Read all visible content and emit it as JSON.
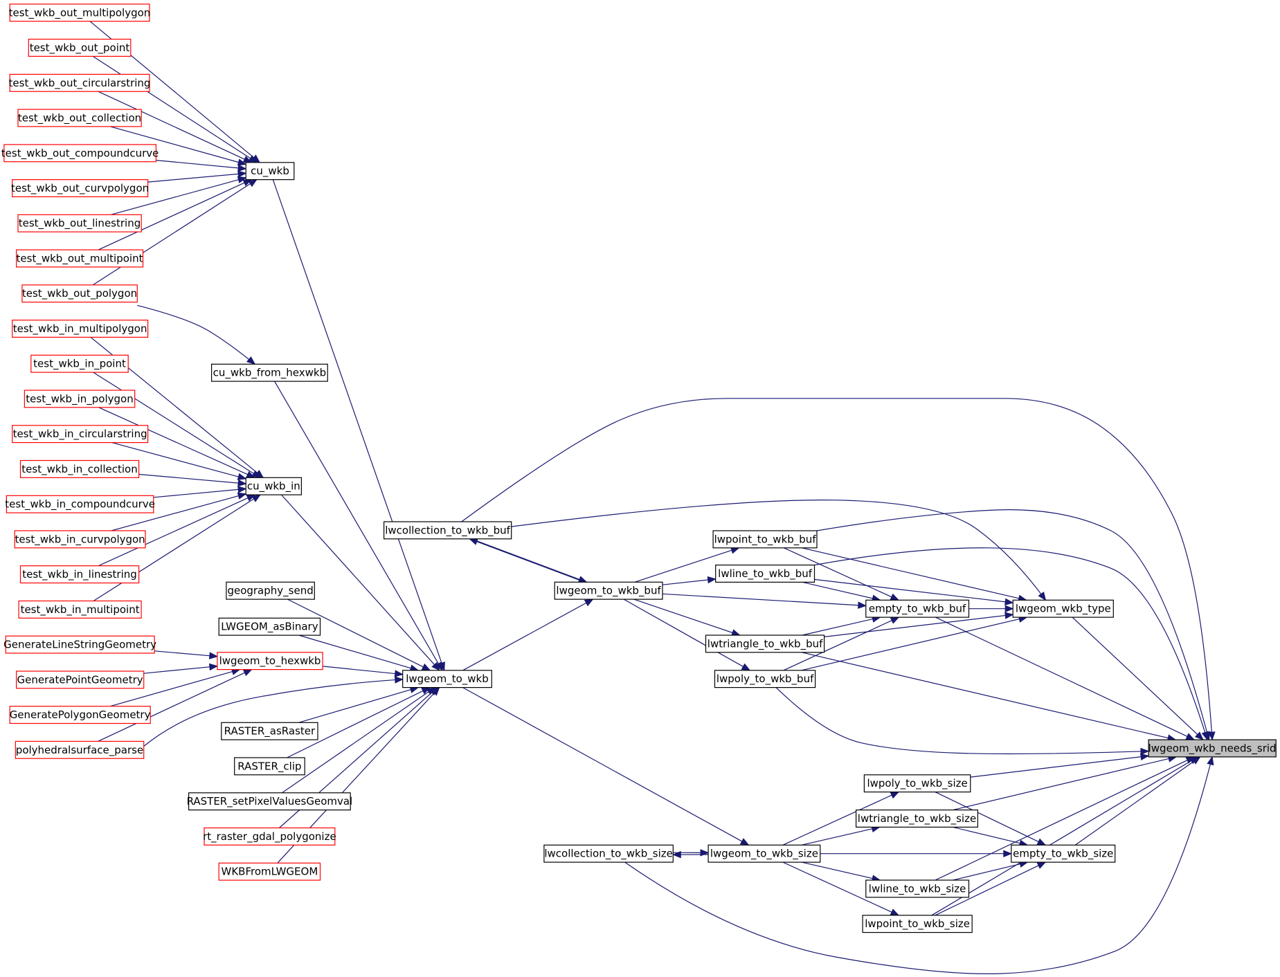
{
  "colors": {
    "edge": "#191970",
    "normal_border": "#000000",
    "truncated_border": "#ff0000",
    "focus_fill": "#bfbfbf",
    "node_fill": "#ffffff"
  },
  "graph": {
    "focus": "lwgeom_wkb_needs_srid",
    "nodes": [
      {
        "id": "test_wkb_out_multipolygon",
        "label": "test_wkb_out_multipolygon",
        "style": "truncated"
      },
      {
        "id": "test_wkb_out_point",
        "label": "test_wkb_out_point",
        "style": "truncated"
      },
      {
        "id": "test_wkb_out_circularstring",
        "label": "test_wkb_out_circularstring",
        "style": "truncated"
      },
      {
        "id": "test_wkb_out_collection",
        "label": "test_wkb_out_collection",
        "style": "truncated"
      },
      {
        "id": "test_wkb_out_compoundcurve",
        "label": "test_wkb_out_compoundcurve",
        "style": "truncated"
      },
      {
        "id": "test_wkb_out_curvpolygon",
        "label": "test_wkb_out_curvpolygon",
        "style": "truncated"
      },
      {
        "id": "test_wkb_out_linestring",
        "label": "test_wkb_out_linestring",
        "style": "truncated"
      },
      {
        "id": "test_wkb_out_multipoint",
        "label": "test_wkb_out_multipoint",
        "style": "truncated"
      },
      {
        "id": "test_wkb_out_polygon",
        "label": "test_wkb_out_polygon",
        "style": "truncated"
      },
      {
        "id": "test_wkb_in_multipolygon",
        "label": "test_wkb_in_multipolygon",
        "style": "truncated"
      },
      {
        "id": "test_wkb_in_point",
        "label": "test_wkb_in_point",
        "style": "truncated"
      },
      {
        "id": "test_wkb_in_polygon",
        "label": "test_wkb_in_polygon",
        "style": "truncated"
      },
      {
        "id": "test_wkb_in_circularstring",
        "label": "test_wkb_in_circularstring",
        "style": "truncated"
      },
      {
        "id": "test_wkb_in_collection",
        "label": "test_wkb_in_collection",
        "style": "truncated"
      },
      {
        "id": "test_wkb_in_compoundcurve",
        "label": "test_wkb_in_compoundcurve",
        "style": "truncated"
      },
      {
        "id": "test_wkb_in_curvpolygon",
        "label": "test_wkb_in_curvpolygon",
        "style": "truncated"
      },
      {
        "id": "test_wkb_in_linestring",
        "label": "test_wkb_in_linestring",
        "style": "truncated"
      },
      {
        "id": "test_wkb_in_multipoint",
        "label": "test_wkb_in_multipoint",
        "style": "truncated"
      },
      {
        "id": "GenerateLineStringGeometry",
        "label": "GenerateLineStringGeometry",
        "style": "truncated"
      },
      {
        "id": "GeneratePointGeometry",
        "label": "GeneratePointGeometry",
        "style": "truncated"
      },
      {
        "id": "GeneratePolygonGeometry",
        "label": "GeneratePolygonGeometry",
        "style": "truncated"
      },
      {
        "id": "polyhedralsurface_parse",
        "label": "polyhedralsurface_parse",
        "style": "truncated"
      },
      {
        "id": "cu_wkb",
        "label": "cu_wkb",
        "style": "normal"
      },
      {
        "id": "cu_wkb_from_hexwkb",
        "label": "cu_wkb_from_hexwkb",
        "style": "normal"
      },
      {
        "id": "cu_wkb_in",
        "label": "cu_wkb_in",
        "style": "normal"
      },
      {
        "id": "geography_send",
        "label": "geography_send",
        "style": "normal"
      },
      {
        "id": "LWGEOM_asBinary",
        "label": "LWGEOM_asBinary",
        "style": "normal"
      },
      {
        "id": "lwgeom_to_hexwkb",
        "label": "lwgeom_to_hexwkb",
        "style": "truncated"
      },
      {
        "id": "RASTER_asRaster",
        "label": "RASTER_asRaster",
        "style": "normal"
      },
      {
        "id": "RASTER_clip",
        "label": "RASTER_clip",
        "style": "normal"
      },
      {
        "id": "RASTER_setPixelValuesGeomval",
        "label": "RASTER_setPixelValuesGeomval",
        "style": "normal"
      },
      {
        "id": "rt_raster_gdal_polygonize",
        "label": "rt_raster_gdal_polygonize",
        "style": "truncated"
      },
      {
        "id": "WKBFromLWGEOM",
        "label": "WKBFromLWGEOM",
        "style": "truncated"
      },
      {
        "id": "lwgeom_to_wkb",
        "label": "lwgeom_to_wkb",
        "style": "normal"
      },
      {
        "id": "lwcollection_to_wkb_buf",
        "label": "lwcollection_to_wkb_buf",
        "style": "normal"
      },
      {
        "id": "lwgeom_to_wkb_buf",
        "label": "lwgeom_to_wkb_buf",
        "style": "normal"
      },
      {
        "id": "lwcollection_to_wkb_size",
        "label": "lwcollection_to_wkb_size",
        "style": "normal"
      },
      {
        "id": "lwpoint_to_wkb_buf",
        "label": "lwpoint_to_wkb_buf",
        "style": "normal"
      },
      {
        "id": "lwline_to_wkb_buf",
        "label": "lwline_to_wkb_buf",
        "style": "normal"
      },
      {
        "id": "lwtriangle_to_wkb_buf",
        "label": "lwtriangle_to_wkb_buf",
        "style": "normal"
      },
      {
        "id": "lwpoly_to_wkb_buf",
        "label": "lwpoly_to_wkb_buf",
        "style": "normal"
      },
      {
        "id": "lwgeom_to_wkb_size",
        "label": "lwgeom_to_wkb_size",
        "style": "normal"
      },
      {
        "id": "empty_to_wkb_buf",
        "label": "empty_to_wkb_buf",
        "style": "normal"
      },
      {
        "id": "lwpoly_to_wkb_size",
        "label": "lwpoly_to_wkb_size",
        "style": "normal"
      },
      {
        "id": "lwtriangle_to_wkb_size",
        "label": "lwtriangle_to_wkb_size",
        "style": "normal"
      },
      {
        "id": "lwline_to_wkb_size",
        "label": "lwline_to_wkb_size",
        "style": "normal"
      },
      {
        "id": "lwpoint_to_wkb_size",
        "label": "lwpoint_to_wkb_size",
        "style": "normal"
      },
      {
        "id": "lwgeom_wkb_type",
        "label": "lwgeom_wkb_type",
        "style": "normal"
      },
      {
        "id": "empty_to_wkb_size",
        "label": "empty_to_wkb_size",
        "style": "normal"
      },
      {
        "id": "lwgeom_wkb_needs_srid",
        "label": "lwgeom_wkb_needs_srid",
        "style": "focus"
      }
    ],
    "edges": [
      {
        "from": "test_wkb_out_multipolygon",
        "to": "cu_wkb"
      },
      {
        "from": "test_wkb_out_point",
        "to": "cu_wkb"
      },
      {
        "from": "test_wkb_out_circularstring",
        "to": "cu_wkb"
      },
      {
        "from": "test_wkb_out_collection",
        "to": "cu_wkb"
      },
      {
        "from": "test_wkb_out_compoundcurve",
        "to": "cu_wkb"
      },
      {
        "from": "test_wkb_out_curvpolygon",
        "to": "cu_wkb"
      },
      {
        "from": "test_wkb_out_linestring",
        "to": "cu_wkb"
      },
      {
        "from": "test_wkb_out_multipoint",
        "to": "cu_wkb"
      },
      {
        "from": "test_wkb_out_polygon",
        "to": "cu_wkb"
      },
      {
        "from": "test_wkb_out_polygon",
        "to": "cu_wkb_from_hexwkb"
      },
      {
        "from": "test_wkb_in_multipolygon",
        "to": "cu_wkb_in"
      },
      {
        "from": "test_wkb_in_point",
        "to": "cu_wkb_in"
      },
      {
        "from": "test_wkb_in_polygon",
        "to": "cu_wkb_in"
      },
      {
        "from": "test_wkb_in_circularstring",
        "to": "cu_wkb_in"
      },
      {
        "from": "test_wkb_in_collection",
        "to": "cu_wkb_in"
      },
      {
        "from": "test_wkb_in_compoundcurve",
        "to": "cu_wkb_in"
      },
      {
        "from": "test_wkb_in_curvpolygon",
        "to": "cu_wkb_in"
      },
      {
        "from": "test_wkb_in_linestring",
        "to": "cu_wkb_in"
      },
      {
        "from": "test_wkb_in_multipoint",
        "to": "cu_wkb_in"
      },
      {
        "from": "GenerateLineStringGeometry",
        "to": "lwgeom_to_hexwkb"
      },
      {
        "from": "GeneratePointGeometry",
        "to": "lwgeom_to_hexwkb"
      },
      {
        "from": "GeneratePolygonGeometry",
        "to": "lwgeom_to_hexwkb"
      },
      {
        "from": "polyhedralsurface_parse",
        "to": "lwgeom_to_hexwkb"
      },
      {
        "from": "polyhedralsurface_parse",
        "to": "lwgeom_to_wkb"
      },
      {
        "from": "cu_wkb",
        "to": "lwgeom_to_wkb"
      },
      {
        "from": "cu_wkb_from_hexwkb",
        "to": "lwgeom_to_wkb"
      },
      {
        "from": "cu_wkb_in",
        "to": "lwgeom_to_wkb"
      },
      {
        "from": "geography_send",
        "to": "lwgeom_to_wkb"
      },
      {
        "from": "LWGEOM_asBinary",
        "to": "lwgeom_to_wkb"
      },
      {
        "from": "lwgeom_to_hexwkb",
        "to": "lwgeom_to_wkb"
      },
      {
        "from": "RASTER_asRaster",
        "to": "lwgeom_to_wkb"
      },
      {
        "from": "RASTER_clip",
        "to": "lwgeom_to_wkb"
      },
      {
        "from": "RASTER_setPixelValuesGeomval",
        "to": "lwgeom_to_wkb"
      },
      {
        "from": "rt_raster_gdal_polygonize",
        "to": "lwgeom_to_wkb"
      },
      {
        "from": "WKBFromLWGEOM",
        "to": "lwgeom_to_wkb"
      },
      {
        "from": "lwgeom_to_wkb",
        "to": "lwgeom_to_wkb_buf"
      },
      {
        "from": "lwgeom_to_wkb",
        "to": "lwgeom_to_wkb_size"
      },
      {
        "from": "lwgeom_to_wkb_buf",
        "to": "lwcollection_to_wkb_buf"
      },
      {
        "from": "lwcollection_to_wkb_buf",
        "to": "lwgeom_to_wkb_buf"
      },
      {
        "from": "lwgeom_to_wkb_buf",
        "to": "lwpoint_to_wkb_buf"
      },
      {
        "from": "lwgeom_to_wkb_buf",
        "to": "lwline_to_wkb_buf"
      },
      {
        "from": "lwgeom_to_wkb_buf",
        "to": "lwtriangle_to_wkb_buf"
      },
      {
        "from": "lwgeom_to_wkb_buf",
        "to": "lwpoly_to_wkb_buf"
      },
      {
        "from": "lwgeom_to_wkb_buf",
        "to": "empty_to_wkb_buf"
      },
      {
        "from": "lwpoint_to_wkb_buf",
        "to": "empty_to_wkb_buf"
      },
      {
        "from": "lwline_to_wkb_buf",
        "to": "empty_to_wkb_buf"
      },
      {
        "from": "lwtriangle_to_wkb_buf",
        "to": "empty_to_wkb_buf"
      },
      {
        "from": "lwpoly_to_wkb_buf",
        "to": "empty_to_wkb_buf"
      },
      {
        "from": "empty_to_wkb_buf",
        "to": "lwgeom_wkb_type"
      },
      {
        "from": "lwcollection_to_wkb_buf",
        "to": "lwgeom_wkb_type"
      },
      {
        "from": "lwpoint_to_wkb_buf",
        "to": "lwgeom_wkb_type"
      },
      {
        "from": "lwline_to_wkb_buf",
        "to": "lwgeom_wkb_type"
      },
      {
        "from": "lwtriangle_to_wkb_buf",
        "to": "lwgeom_wkb_type"
      },
      {
        "from": "lwpoly_to_wkb_buf",
        "to": "lwgeom_wkb_type"
      },
      {
        "from": "lwcollection_to_wkb_buf",
        "to": "lwgeom_wkb_needs_srid"
      },
      {
        "from": "lwpoint_to_wkb_buf",
        "to": "lwgeom_wkb_needs_srid"
      },
      {
        "from": "lwline_to_wkb_buf",
        "to": "lwgeom_wkb_needs_srid"
      },
      {
        "from": "lwtriangle_to_wkb_buf",
        "to": "lwgeom_wkb_needs_srid"
      },
      {
        "from": "lwpoly_to_wkb_buf",
        "to": "lwgeom_wkb_needs_srid"
      },
      {
        "from": "empty_to_wkb_buf",
        "to": "lwgeom_wkb_needs_srid"
      },
      {
        "from": "lwgeom_wkb_type",
        "to": "lwgeom_wkb_needs_srid"
      },
      {
        "from": "lwgeom_to_wkb_size",
        "to": "lwcollection_to_wkb_size"
      },
      {
        "from": "lwcollection_to_wkb_size",
        "to": "lwgeom_to_wkb_size"
      },
      {
        "from": "lwgeom_to_wkb_size",
        "to": "lwpoly_to_wkb_size"
      },
      {
        "from": "lwgeom_to_wkb_size",
        "to": "lwtriangle_to_wkb_size"
      },
      {
        "from": "lwgeom_to_wkb_size",
        "to": "lwline_to_wkb_size"
      },
      {
        "from": "lwgeom_to_wkb_size",
        "to": "lwpoint_to_wkb_size"
      },
      {
        "from": "lwgeom_to_wkb_size",
        "to": "empty_to_wkb_size"
      },
      {
        "from": "lwpoly_to_wkb_size",
        "to": "empty_to_wkb_size"
      },
      {
        "from": "lwtriangle_to_wkb_size",
        "to": "empty_to_wkb_size"
      },
      {
        "from": "lwline_to_wkb_size",
        "to": "empty_to_wkb_size"
      },
      {
        "from": "lwpoint_to_wkb_size",
        "to": "empty_to_wkb_size"
      },
      {
        "from": "lwcollection_to_wkb_size",
        "to": "lwgeom_wkb_needs_srid"
      },
      {
        "from": "lwpoly_to_wkb_size",
        "to": "lwgeom_wkb_needs_srid"
      },
      {
        "from": "lwtriangle_to_wkb_size",
        "to": "lwgeom_wkb_needs_srid"
      },
      {
        "from": "lwline_to_wkb_size",
        "to": "lwgeom_wkb_needs_srid"
      },
      {
        "from": "lwpoint_to_wkb_size",
        "to": "lwgeom_wkb_needs_srid"
      },
      {
        "from": "empty_to_wkb_size",
        "to": "lwgeom_wkb_needs_srid"
      }
    ]
  }
}
